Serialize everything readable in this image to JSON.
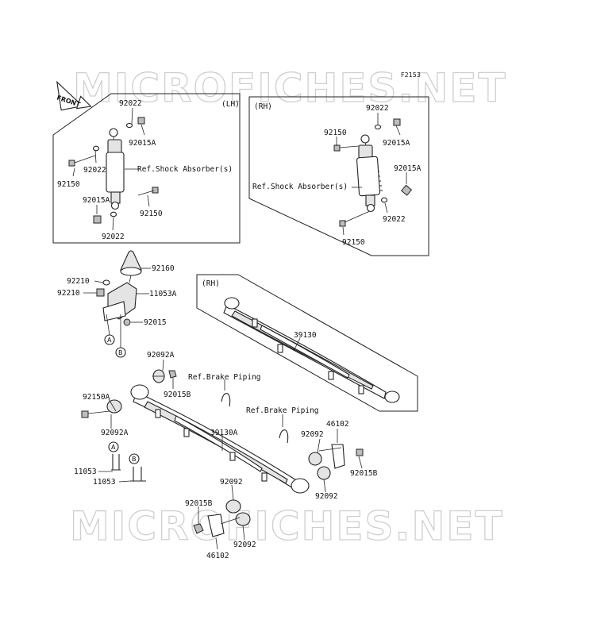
{
  "figure_code": "F2153",
  "watermark": "MICROFICHES.NET",
  "front_label": "FRONT",
  "panels": {
    "lh": "(LH)",
    "rh_shock": "(RH)",
    "rh_spring": "(RH)"
  },
  "callouts": {
    "lh_92022_top": "92022",
    "lh_92015a_top": "92015A",
    "lh_92150_left": "92150",
    "lh_92022_mid": "92022",
    "lh_ref_shock": "Ref.Shock Absorber(s)",
    "lh_92015a_bot": "92015A",
    "lh_92150_bot": "92150",
    "lh_92022_bot": "92022",
    "rh_92022_top": "92022",
    "rh_92150_top": "92150",
    "rh_92015a_top": "92015A",
    "rh_92015a_mid": "92015A",
    "rh_ref_shock": "Ref.Shock Absorber(s)",
    "rh_92022_bot": "92022",
    "rh_92150_bot": "92150",
    "c_92160": "92160",
    "c_92210_a": "92210",
    "c_92210_b": "92210",
    "c_11053a": "11053A",
    "c_92015": "92015",
    "c_39130": "39130",
    "c_92092a_top": "92092A",
    "c_92015b_top": "92015B",
    "c_ref_brake_1": "Ref.Brake Piping",
    "c_92150a": "92150A",
    "c_92092a_bot": "92092A",
    "c_ref_brake_2": "Ref.Brake Piping",
    "c_39130a": "39130A",
    "c_92092_r1": "92092",
    "c_46102_r": "46102",
    "c_92015b_r": "92015B",
    "c_92092_r2": "92092",
    "c_11053_1": "11053",
    "c_11053_2": "11053",
    "c_92092_b1": "92092",
    "c_92015b_b": "92015B",
    "c_92092_b2": "92092",
    "c_46102_b": "46102"
  },
  "markers": {
    "a": "A",
    "b": "B"
  }
}
